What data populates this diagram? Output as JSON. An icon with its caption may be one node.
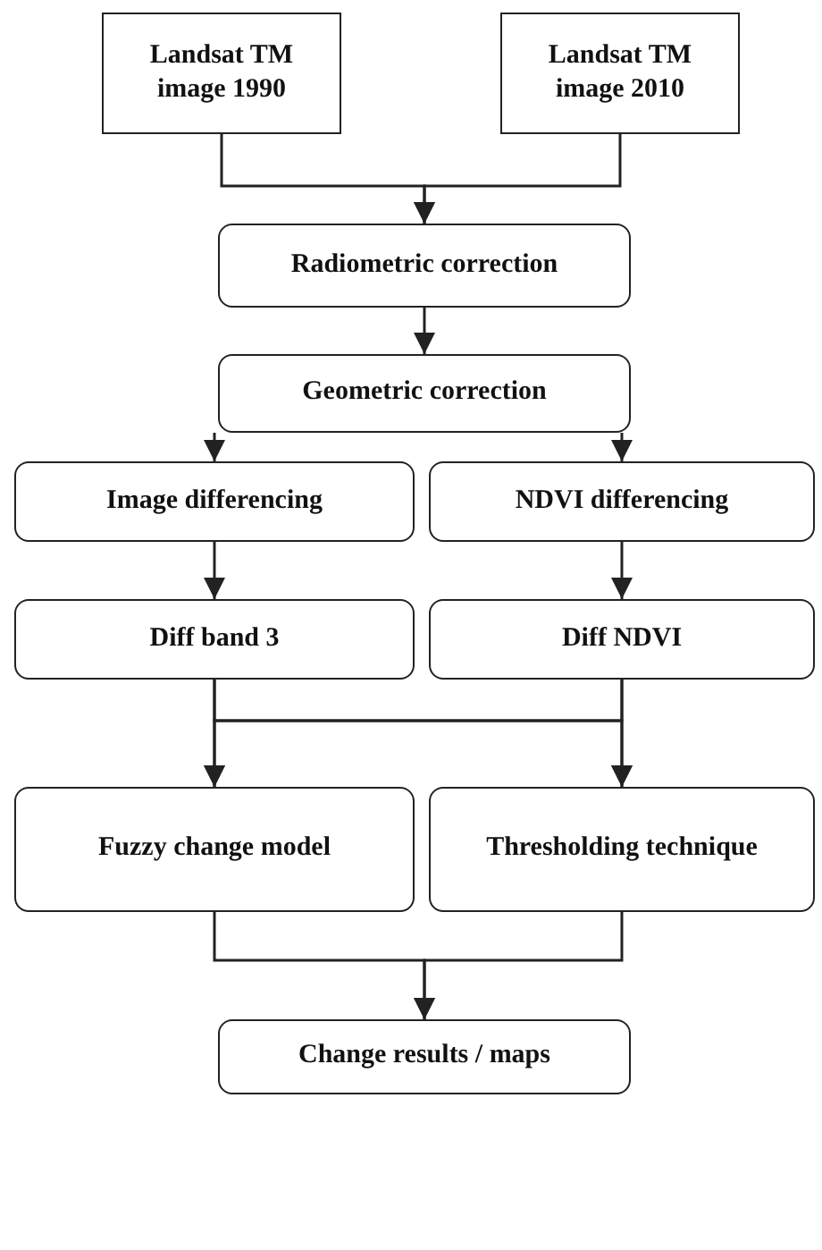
{
  "diagram": {
    "nodes": [
      {
        "text": [
          "Landsat TM image 1990"
        ]
      },
      {
        "text": [
          "Landsat TM image 2010"
        ]
      },
      {
        "text": [
          "Radiometric correction"
        ]
      },
      {
        "text": [
          "Geometric correction"
        ]
      },
      {
        "text": [
          "Image differencing"
        ]
      },
      {
        "text": [
          "NDVI differencing"
        ]
      },
      {
        "text": [
          "Diff band 3"
        ]
      },
      {
        "text": [
          "Diff NDVI"
        ]
      },
      {
        "text": [
          "Fuzzy change model"
        ]
      },
      {
        "text": [
          "Thresholding technique"
        ]
      },
      {
        "text": [
          "Change results / maps"
        ]
      }
    ],
    "edges": [
      {
        "from": 0,
        "to": 2,
        "arrow": "to"
      },
      {
        "from": 1,
        "to": 2,
        "arrow": "to"
      },
      {
        "from": 2,
        "to": 3,
        "arrow": "to"
      },
      {
        "from": 3,
        "to": 4,
        "arrow": "to"
      },
      {
        "from": 3,
        "to": 5,
        "arrow": "to"
      },
      {
        "from": 4,
        "to": 6,
        "arrow": "to"
      },
      {
        "from": 5,
        "to": 7,
        "arrow": "to"
      },
      {
        "from": 6,
        "to": 8,
        "arrow": "to"
      },
      {
        "from": 6,
        "to": 9,
        "arrow": "to"
      },
      {
        "from": 7,
        "to": 8,
        "arrow": "to"
      },
      {
        "from": 7,
        "to": 9,
        "arrow": "to"
      },
      {
        "from": 8,
        "to": 10,
        "arrow": "to"
      },
      {
        "from": 9,
        "to": 10,
        "arrow": "to"
      }
    ]
  }
}
